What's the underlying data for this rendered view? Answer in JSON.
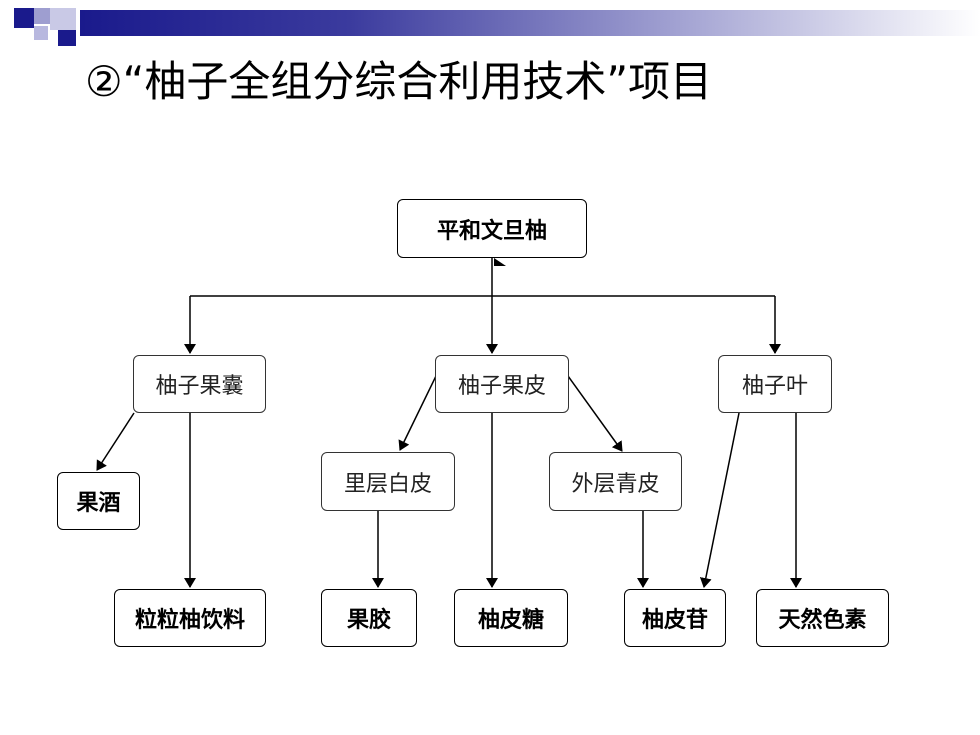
{
  "slide": {
    "title": "②“柚子全组分综合利用技术”项目"
  },
  "diagram": {
    "root": "平和文旦柚",
    "level1": {
      "nangnang": "柚子果囊",
      "peel": "柚子果皮",
      "leaf": "柚子叶"
    },
    "level2": {
      "wine": "果酒",
      "inner_peel": "里层白皮",
      "outer_peel": "外层青皮"
    },
    "products": {
      "drink": "粒粒柚饮料",
      "pectin": "果胶",
      "candy": "柚皮糖",
      "naringin": "柚皮苷",
      "pigment": "天然色素"
    }
  },
  "colors": {
    "bar_dark": "#1a1a8c",
    "bar_light": "#9e9ed0",
    "line": "#000000"
  }
}
